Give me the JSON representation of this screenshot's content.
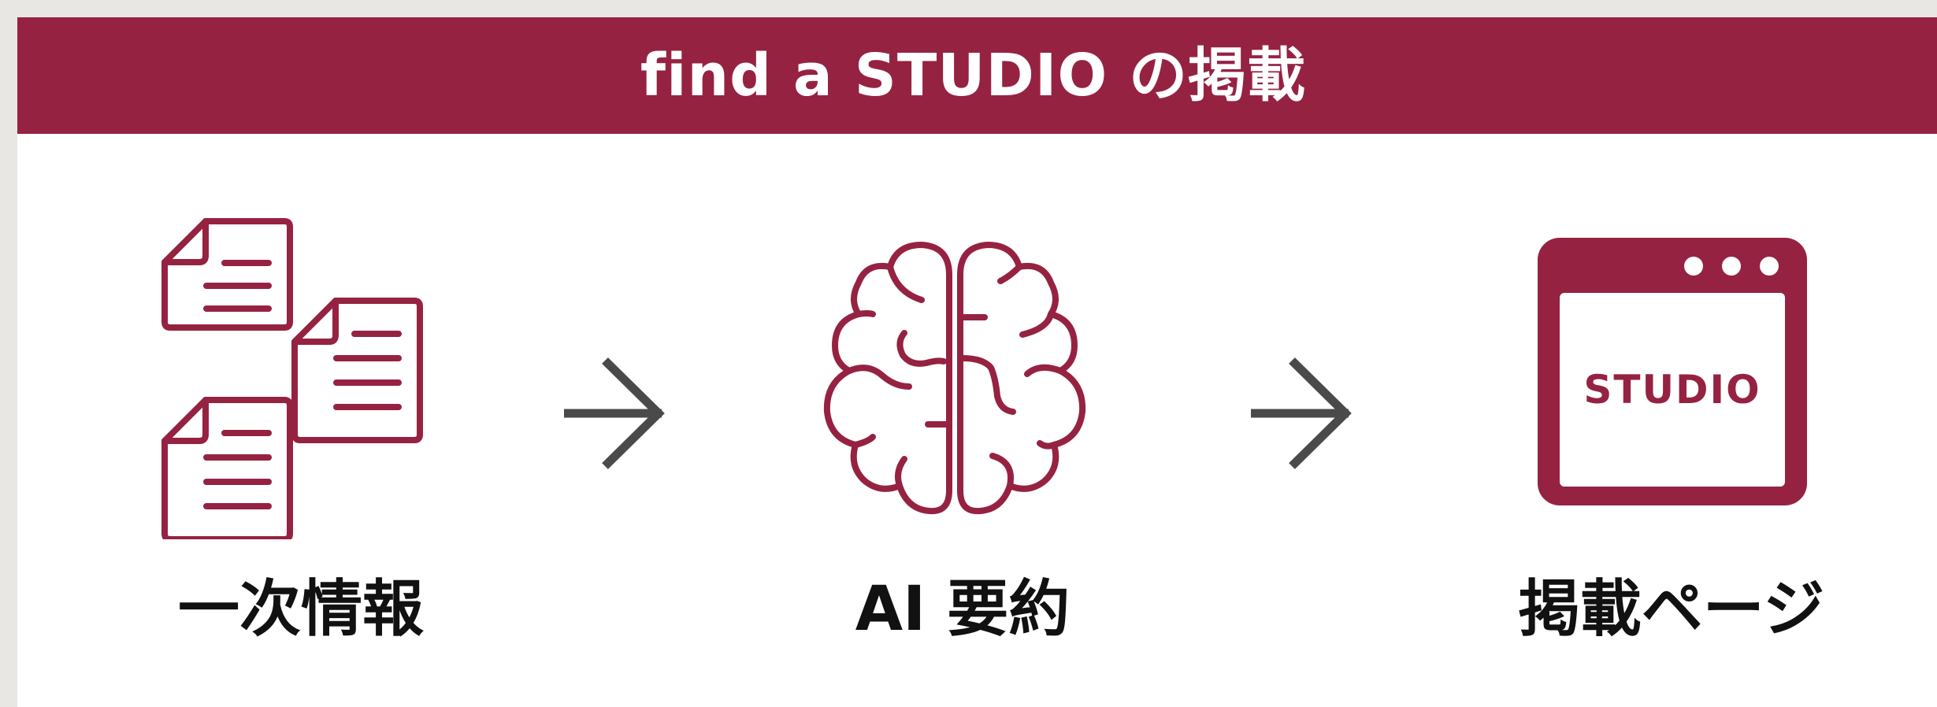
{
  "header": {
    "title": "find a STUDIO の掲載"
  },
  "flow": {
    "steps": [
      {
        "label": "一次情報",
        "icon": "documents-icon"
      },
      {
        "label": "AI 要約",
        "icon": "brain-icon"
      },
      {
        "label": "掲載ページ",
        "icon": "browser-window-icon",
        "window_text": "STUDIO"
      }
    ],
    "connector_icon": "arrow-right-icon"
  },
  "colors": {
    "accent": "#962242",
    "arrow": "#4a4a4a",
    "label_text": "#111111",
    "background": "#ffffff"
  }
}
